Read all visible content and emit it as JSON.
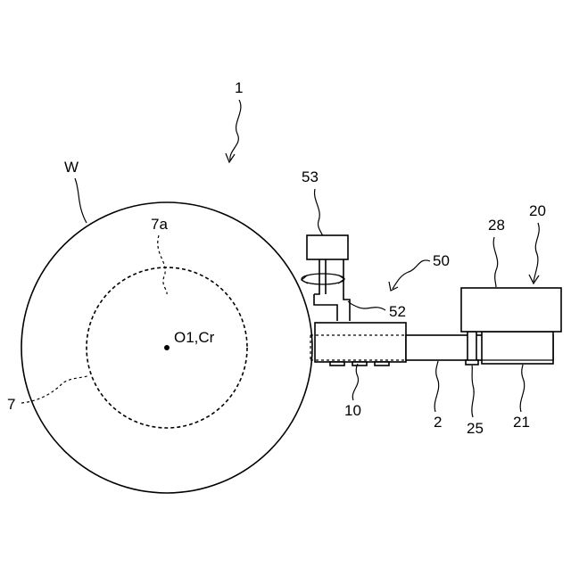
{
  "diagram": {
    "labels": {
      "device": "1",
      "workpiece": "W",
      "region": "7a",
      "center": "O1,Cr",
      "outline": "7",
      "motor": "53",
      "assembly": "20",
      "head": "28",
      "arm_group": "50",
      "arm": "52",
      "slider": "10",
      "rail": "2",
      "joint": "25",
      "base": "21"
    }
  }
}
